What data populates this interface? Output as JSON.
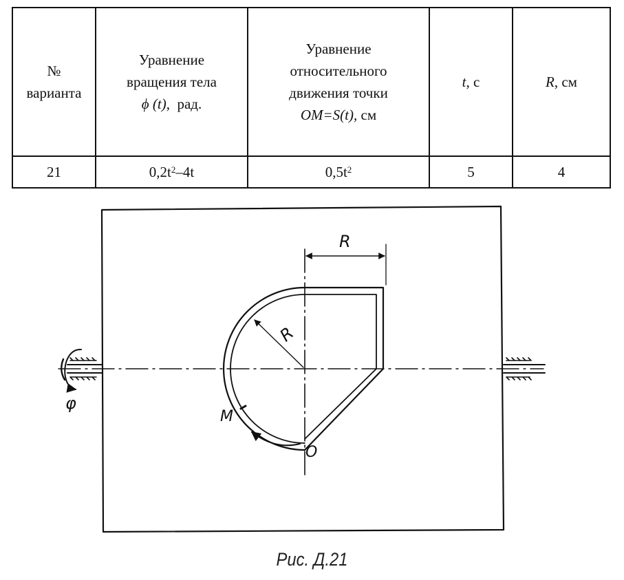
{
  "table": {
    "header": {
      "variant": [
        "№",
        "варианта"
      ],
      "rotation": [
        "Уравнение",
        "вращения тела"
      ],
      "rotation_symbol": "ϕ (t),",
      "rotation_unit": "рад.",
      "relative": [
        "Уравнение",
        "относительного",
        "движения точки"
      ],
      "relative_eq": "OM=S(t),",
      "relative_unit": "см",
      "t_sym": "t",
      "t_unit": ", c",
      "r_sym": "R",
      "r_unit": ", см"
    },
    "row": {
      "variant": "21",
      "rot_a": "0,2t",
      "rot_exp": "2",
      "rot_b": "–4t",
      "rel_a": "0,5t",
      "rel_exp": "2",
      "t": "5",
      "r": "4"
    }
  },
  "figure": {
    "label_R_top": "R",
    "label_R_diag": "R",
    "label_M": "M",
    "label_O": "O",
    "label_phi": "φ",
    "caption": "Рис. Д.21"
  }
}
